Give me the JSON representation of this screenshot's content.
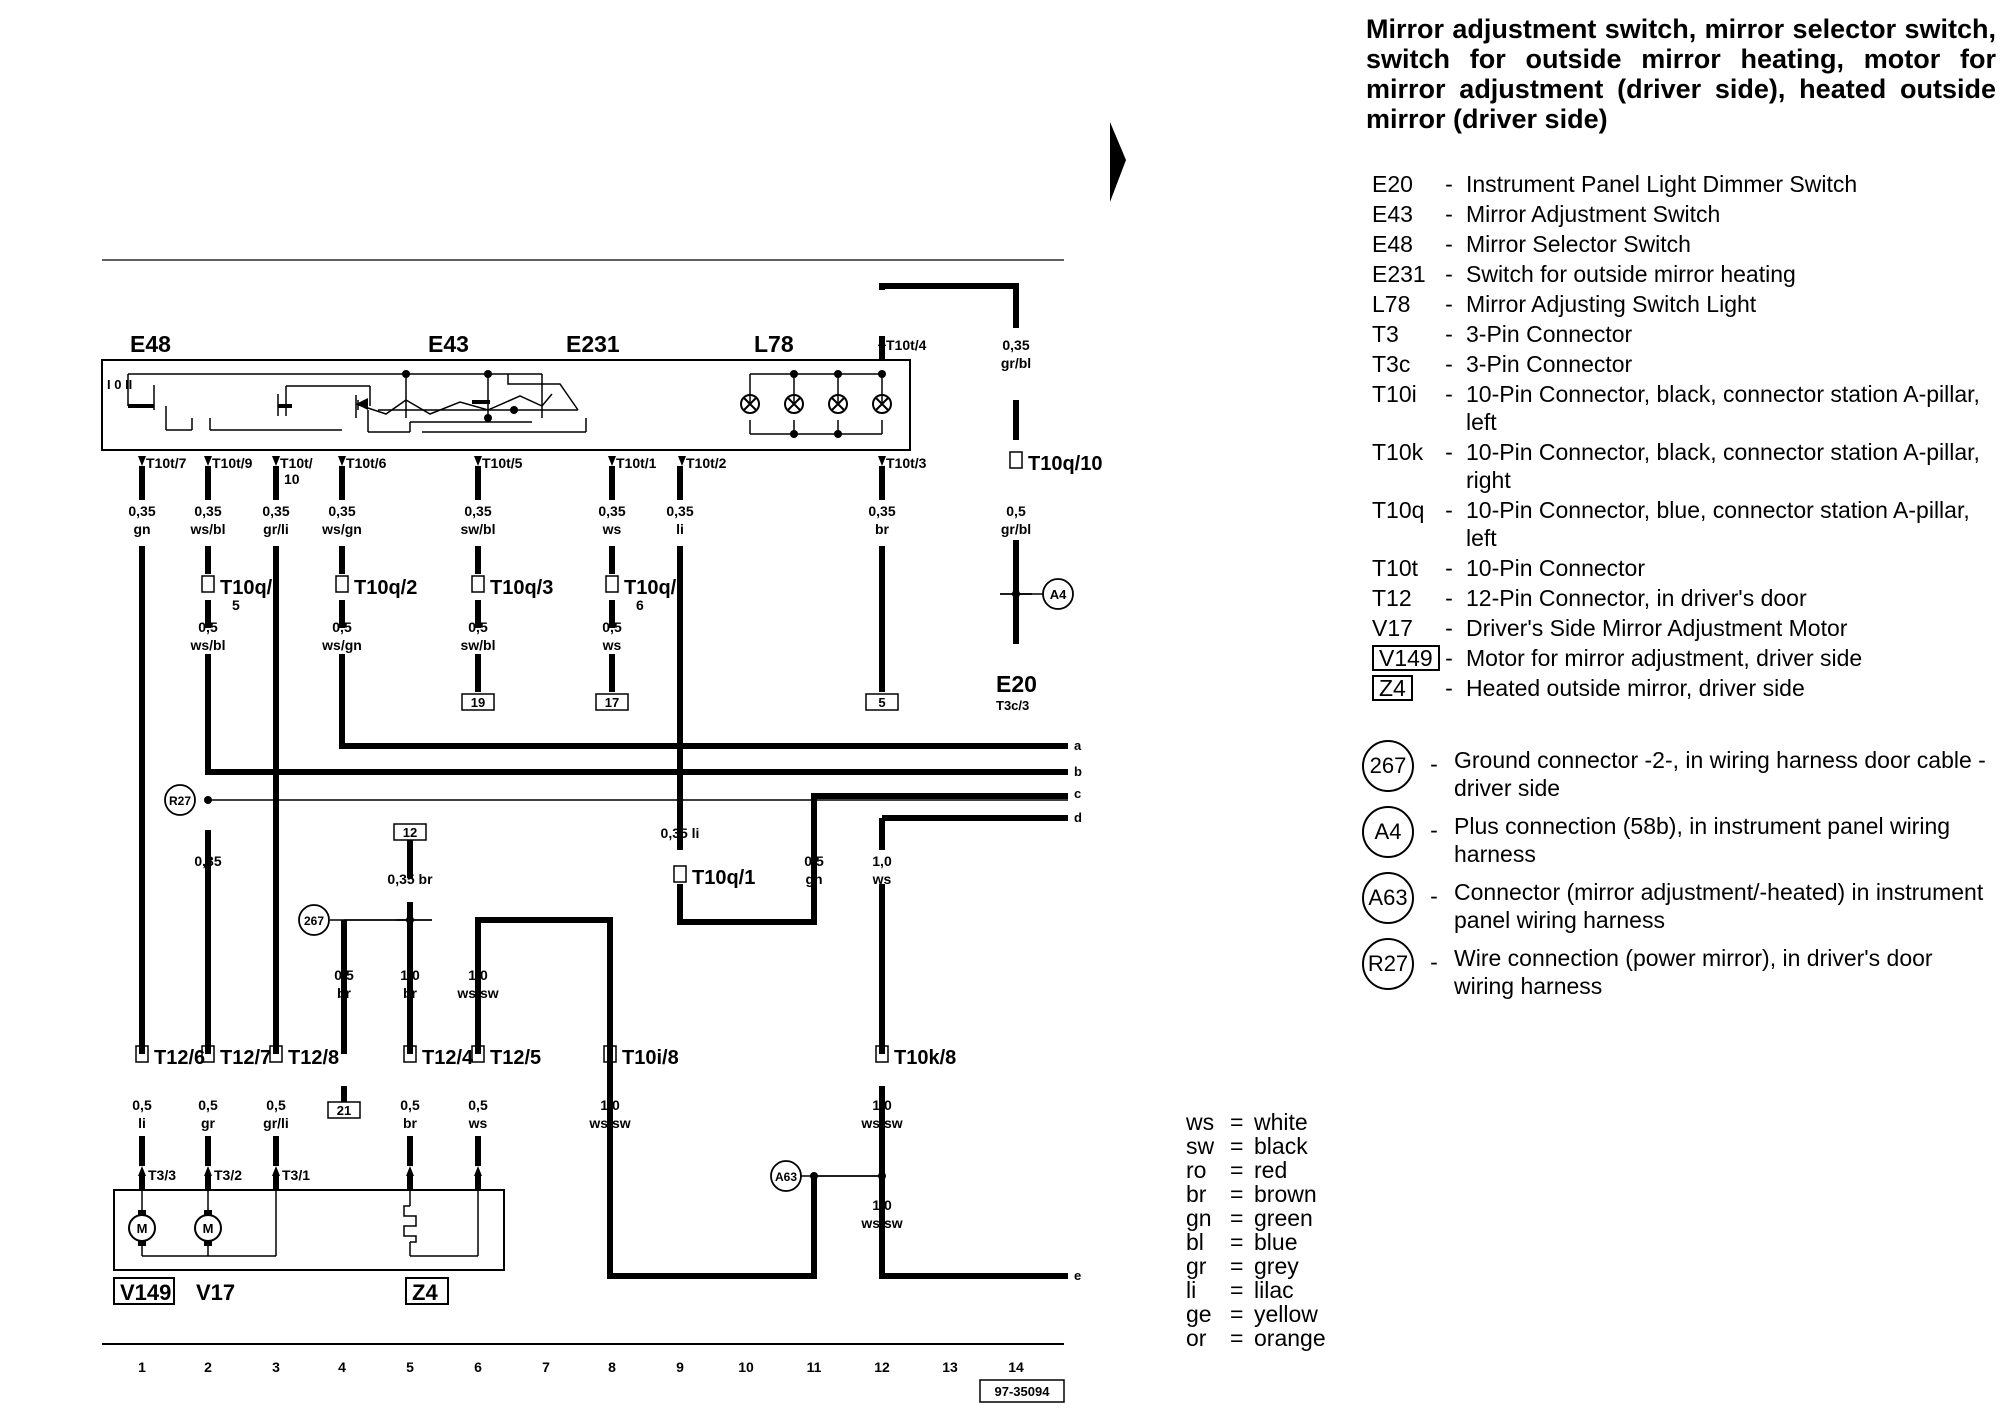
{
  "title": "Mirror adjustment switch, mirror selector switch, switch for outside mirror heating, motor for mirror adjustment (driver side), heated outside mirror (driver side)",
  "legend": [
    {
      "code": "E20",
      "desc": "Instrument Panel Light Dimmer Switch"
    },
    {
      "code": "E43",
      "desc": "Mirror Adjustment Switch"
    },
    {
      "code": "E48",
      "desc": "Mirror Selector Switch"
    },
    {
      "code": "E231",
      "desc": "Switch for outside mirror heating"
    },
    {
      "code": "L78",
      "desc": "Mirror Adjusting Switch Light"
    },
    {
      "code": "T3",
      "desc": "3-Pin Connector"
    },
    {
      "code": "T3c",
      "desc": "3-Pin Connector"
    },
    {
      "code": "T10i",
      "desc": "10-Pin Connector, black, connector station A-pillar, left"
    },
    {
      "code": "T10k",
      "desc": "10-Pin Connector, black, connector station A-pillar, right"
    },
    {
      "code": "T10q",
      "desc": "10-Pin Connector, blue, connector station A-pillar, left"
    },
    {
      "code": "T10t",
      "desc": "10-Pin Connector"
    },
    {
      "code": "T12",
      "desc": "12-Pin Connector, in driver's door"
    },
    {
      "code": "V17",
      "desc": "Driver's Side Mirror Adjustment Motor"
    },
    {
      "code": "V149",
      "desc": "Motor for mirror adjustment, driver side",
      "boxed": true
    },
    {
      "code": "Z4",
      "desc": "Heated outside mirror, driver side",
      "boxed": true
    }
  ],
  "ground_legend": [
    {
      "code": "267",
      "desc": "Ground connector -2-, in wiring harness door cable - driver side"
    },
    {
      "code": "A4",
      "desc": "Plus connection (58b), in instrument panel wiring harness"
    },
    {
      "code": "A63",
      "desc": "Connector (mirror adjustment/-heated) in instrument panel wiring harness"
    },
    {
      "code": "R27",
      "desc": "Wire connection (power mirror), in driver's door wiring harness"
    }
  ],
  "color_codes": [
    {
      "abbr": "ws",
      "name": "white"
    },
    {
      "abbr": "sw",
      "name": "black"
    },
    {
      "abbr": "ro",
      "name": "red"
    },
    {
      "abbr": "br",
      "name": "brown"
    },
    {
      "abbr": "gn",
      "name": "green"
    },
    {
      "abbr": "bl",
      "name": "blue"
    },
    {
      "abbr": "gr",
      "name": "grey"
    },
    {
      "abbr": "li",
      "name": "lilac"
    },
    {
      "abbr": "ge",
      "name": "yellow"
    },
    {
      "abbr": "or",
      "name": "orange"
    }
  ],
  "components": {
    "e48": "E48",
    "e43": "E43",
    "e231": "E231",
    "l78": "L78",
    "e20": "E20",
    "e20_sub": "T3c/3",
    "v149": "V149",
    "v17": "V17",
    "z4": "Z4",
    "switch_marks": "I 0 II"
  },
  "connectors_top": [
    "T10t/7",
    "T10t/9",
    "T10t/",
    "10",
    "T10t/6",
    "T10t/5",
    "T10t/1",
    "T10t/2",
    "T10t/3",
    "T10t/4"
  ],
  "wires_top": [
    {
      "size": "0,35",
      "color": "gn"
    },
    {
      "size": "0,35",
      "color": "ws/bl"
    },
    {
      "size": "0,35",
      "color": "gr/li"
    },
    {
      "size": "0,35",
      "color": "ws/gn"
    },
    {
      "size": "0,35",
      "color": "sw/bl"
    },
    {
      "size": "0,35",
      "color": "ws"
    },
    {
      "size": "0,35",
      "color": "li"
    },
    {
      "size": "0,35",
      "color": "br"
    },
    {
      "size": "0,35",
      "color": "gr/bl"
    },
    {
      "size": "0,5",
      "color": "gr/bl"
    }
  ],
  "t10q": [
    "T10q/",
    "5",
    "T10q/2",
    "T10q/3",
    "T10q/",
    "6",
    "T10q/10",
    "T10q/1"
  ],
  "wires_mid": [
    {
      "size": "0,5",
      "color": "ws/bl"
    },
    {
      "size": "0,5",
      "color": "ws/gn"
    },
    {
      "size": "0,5",
      "color": "sw/bl"
    },
    {
      "size": "0,5",
      "color": "ws"
    }
  ],
  "refs": [
    "19",
    "17",
    "5",
    "12",
    "21"
  ],
  "bus_labels": [
    "a",
    "b",
    "c",
    "d",
    "e"
  ],
  "wires_low": [
    {
      "size": "0,35",
      "color": "li"
    },
    {
      "size": "0,35 li",
      "color": ""
    },
    {
      "size": "0,5",
      "color": "gn"
    },
    {
      "size": "1,0",
      "color": "ws"
    },
    {
      "size": "0,35 br",
      "color": ""
    },
    {
      "size": "0,5",
      "color": "br"
    },
    {
      "size": "1,0",
      "color": "br"
    },
    {
      "size": "1,0",
      "color": "ws/sw"
    }
  ],
  "t12": [
    "T12/6",
    "T12/7",
    "T12/8",
    "T12/4",
    "T12/5",
    "T10i/8",
    "T10k/8"
  ],
  "wires_bottom": [
    {
      "size": "0,5",
      "color": "li"
    },
    {
      "size": "0,5",
      "color": "gr"
    },
    {
      "size": "0,5",
      "color": "gr/li"
    },
    {
      "size": "0,5",
      "color": "br"
    },
    {
      "size": "0,5",
      "color": "ws"
    },
    {
      "size": "1,0",
      "color": "ws/sw"
    },
    {
      "size": "1,0",
      "color": "ws/sw"
    },
    {
      "size": "1,0",
      "color": "ws/sw"
    }
  ],
  "t3": [
    "T3/3",
    "T3/2",
    "T3/1"
  ],
  "motor_mark": "M",
  "grid_numbers": [
    "1",
    "2",
    "3",
    "4",
    "5",
    "6",
    "7",
    "8",
    "9",
    "10",
    "11",
    "12",
    "13",
    "14"
  ],
  "drawing_id": "97-35094"
}
